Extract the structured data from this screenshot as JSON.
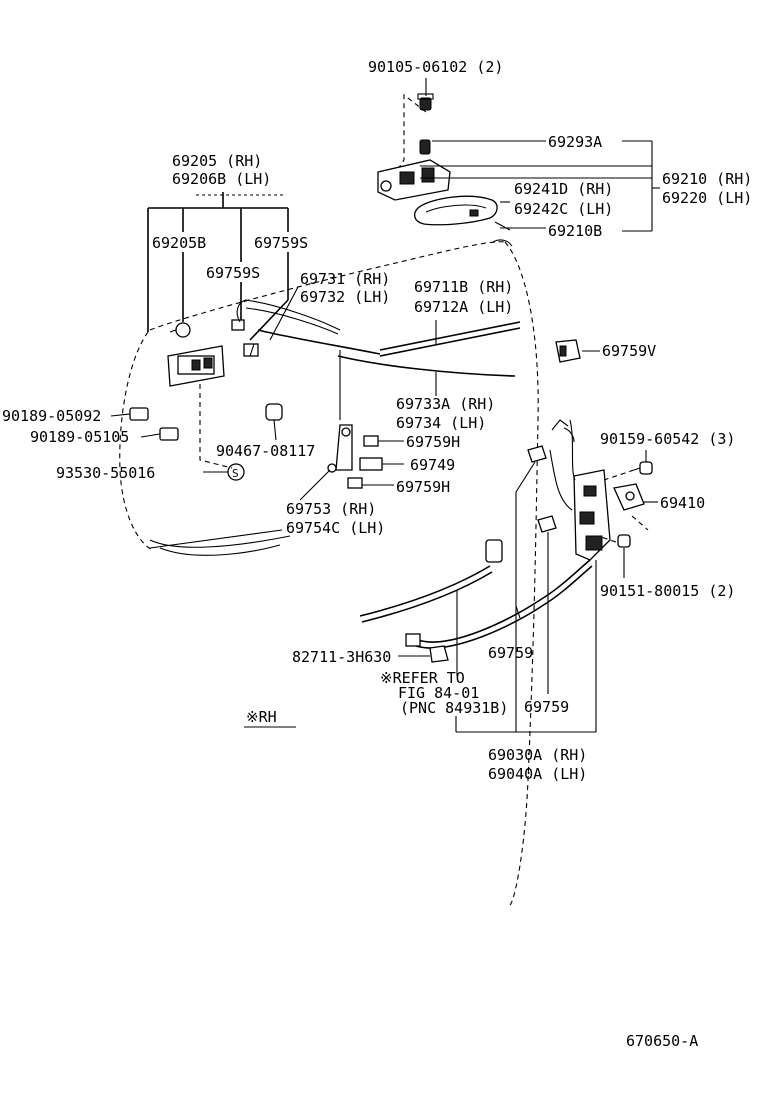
{
  "labels": {
    "p90105": "90105-06102 (2)",
    "p69293A": "69293A",
    "p69210": "69210 (RH)",
    "p69220": "69220 (LH)",
    "p69241D": "69241D (RH)",
    "p69242C": "69242C (LH)",
    "p69210B": "69210B",
    "p69205": "69205  (RH)",
    "p69206B": "69206B (LH)",
    "p69205B": "69205B",
    "p69759S_a": "69759S",
    "p69759S_b": "69759S",
    "p69731": "69731 (RH)",
    "p69732": "69732 (LH)",
    "p69711B": "69711B (RH)",
    "p69712A": "69712A (LH)",
    "p69759V": "69759V",
    "p69733A": "69733A (RH)",
    "p69734": "69734  (LH)",
    "p90189_05092": "90189-05092",
    "p90189_05105": "90189-05105",
    "p90467": "90467-08117",
    "p69759H_a": "69759H",
    "p69749": "69749",
    "p69759H_b": "69759H",
    "p93530": "93530-55016",
    "p69753": "69753   (RH)",
    "p69754C": "69754C (LH)",
    "p90159": "90159-60542 (3)",
    "p69410": "69410",
    "p90151": "90151-80015 (2)",
    "p82711": "82711-3H630",
    "p69759_a": "69759",
    "p69759_b": "69759",
    "refer1": "※REFER TO",
    "refer2": "FIG 84-01",
    "refer3": "(PNC 84931B)",
    "p69030A": "69030A (RH)",
    "p69040A": "69040A (LH)",
    "rh_note": "※RH",
    "circle_s": "S",
    "fig_code": "670650-A"
  }
}
